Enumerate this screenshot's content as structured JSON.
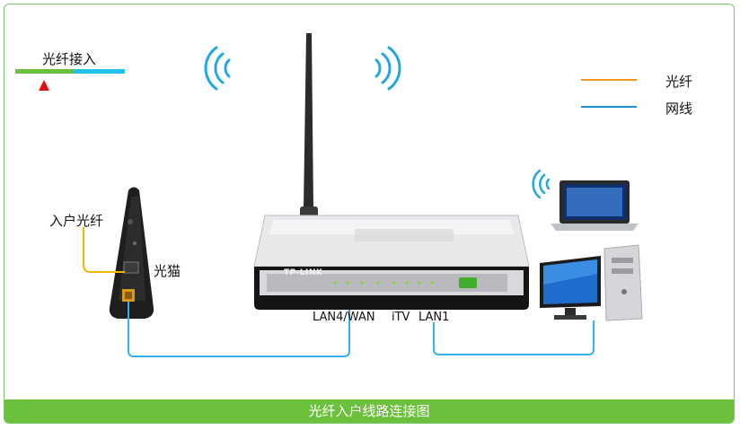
{
  "fiber_access_label": "光纤接入",
  "legend": [
    {
      "label": "光纤",
      "color": "#f7941d"
    },
    {
      "label": "网线",
      "color": "#1b8fd1"
    }
  ],
  "modem": {
    "input_label": "入户光纤",
    "device_label": "光猫"
  },
  "router": {
    "brand": "TP-LINK",
    "port_labels": [
      "LAN4/WAN",
      "iTV",
      "LAN1"
    ]
  },
  "footer_title": "光纤入户线路连接图",
  "colors": {
    "fiber": "#f7941d",
    "ethernet": "#1b8fd1",
    "accent_green": "#6cc13c",
    "wifi": "#22a7e0"
  }
}
